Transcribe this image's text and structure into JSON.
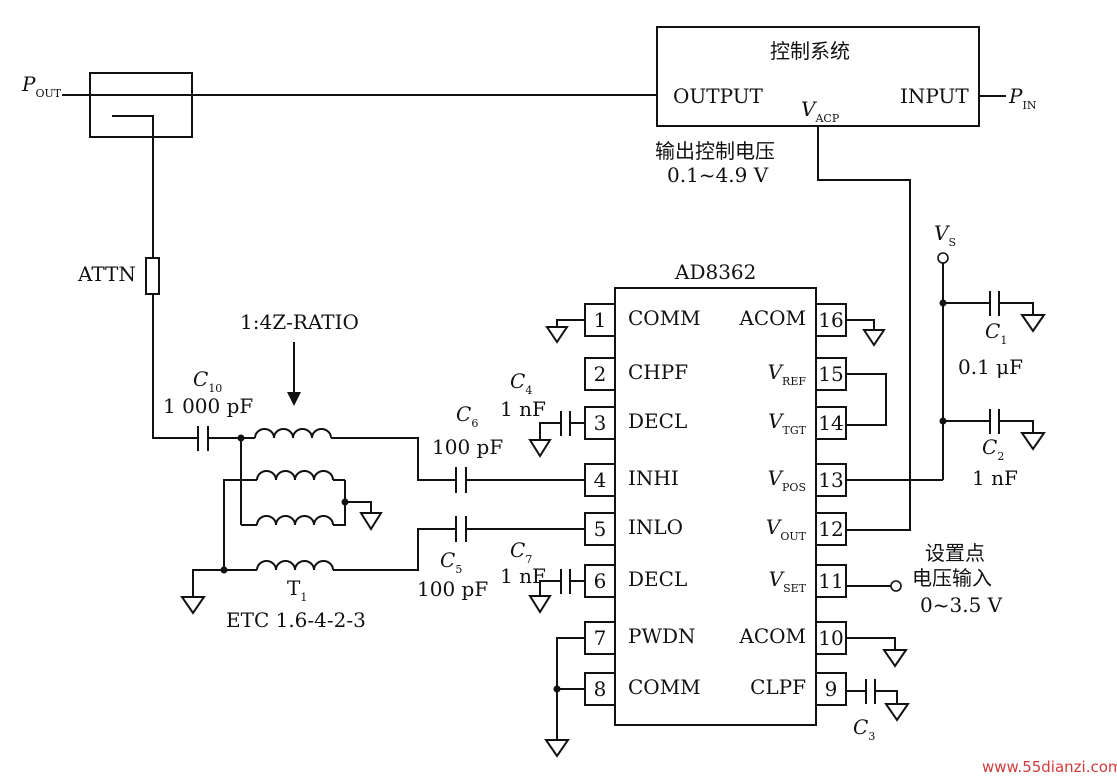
{
  "control_system": {
    "title": "控制系统",
    "output": "OUTPUT",
    "input": "INPUT",
    "vacp": "V",
    "vacp_sub": "ACP"
  },
  "pout": {
    "main": "P",
    "sub": "OUT"
  },
  "pin": {
    "main": "P",
    "sub": "IN"
  },
  "output_voltage": {
    "line1": "输出控制电压",
    "line2": "0.1~4.9 V"
  },
  "attn": "ATTN",
  "ratio": "1:4Z-RATIO",
  "c10": {
    "main": "C",
    "sub": "10",
    "value": "1 000 pF"
  },
  "c6": {
    "main": "C",
    "sub": "6",
    "value": "100 pF"
  },
  "c5": {
    "main": "C",
    "sub": "5",
    "value": "100 pF"
  },
  "c4": {
    "main": "C",
    "sub": "4",
    "value": "1 nF"
  },
  "c7": {
    "main": "C",
    "sub": "7",
    "value": "1 nF"
  },
  "c1": {
    "main": "C",
    "sub": "1",
    "value": "0.1 μF"
  },
  "c2": {
    "main": "C",
    "sub": "2",
    "value": "1 nF"
  },
  "c3": {
    "main": "C",
    "sub": "3"
  },
  "t1": {
    "main": "T",
    "sub": "1",
    "part": "ETC 1.6-4-2-3"
  },
  "vs": {
    "main": "V",
    "sub": "S"
  },
  "chip": {
    "name": "AD8362"
  },
  "pins_left": [
    {
      "num": "1",
      "label": "COMM"
    },
    {
      "num": "2",
      "label": "CHPF"
    },
    {
      "num": "3",
      "label": "DECL"
    },
    {
      "num": "4",
      "label": "INHI"
    },
    {
      "num": "5",
      "label": "INLO"
    },
    {
      "num": "6",
      "label": "DECL"
    },
    {
      "num": "7",
      "label": "PWDN"
    },
    {
      "num": "8",
      "label": "COMM"
    }
  ],
  "pins_right": [
    {
      "num": "16",
      "label": "ACOM",
      "sub": ""
    },
    {
      "num": "15",
      "label": "V",
      "sub": "REF"
    },
    {
      "num": "14",
      "label": "V",
      "sub": "TGT"
    },
    {
      "num": "13",
      "label": "V",
      "sub": "POS"
    },
    {
      "num": "12",
      "label": "V",
      "sub": "OUT"
    },
    {
      "num": "11",
      "label": "V",
      "sub": "SET"
    },
    {
      "num": "10",
      "label": "ACOM",
      "sub": ""
    },
    {
      "num": "9",
      "label": "CLPF",
      "sub": ""
    }
  ],
  "setpoint": {
    "line1": "设置点",
    "line2": "电压输入",
    "line3": "0~3.5 V"
  },
  "watermark": "www.55dianzi.com"
}
